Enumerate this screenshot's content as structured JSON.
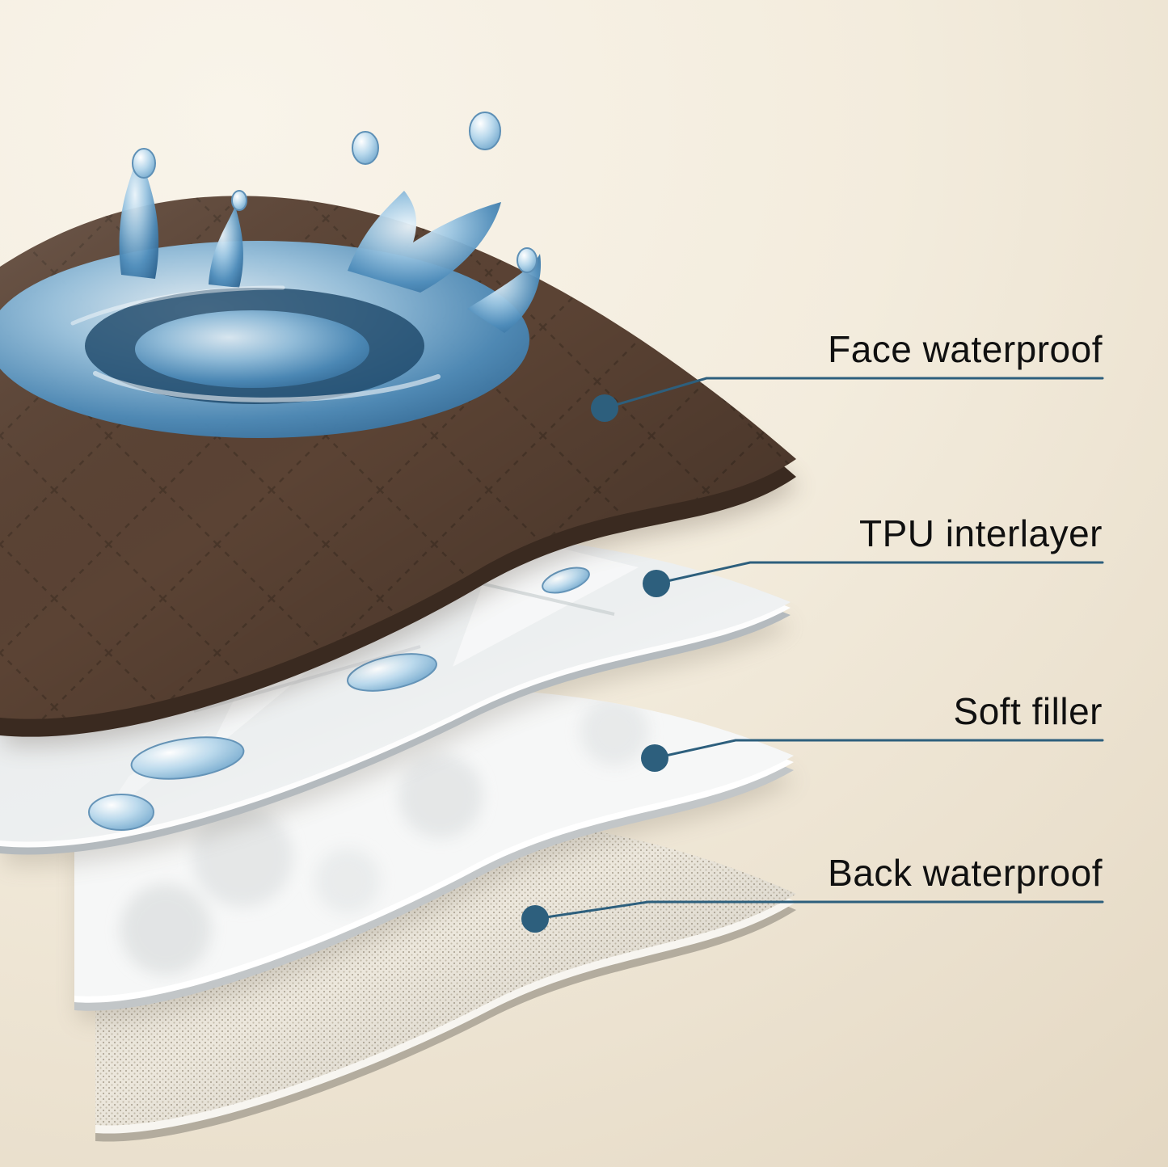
{
  "diagram": {
    "labels": [
      {
        "id": "face-waterproof",
        "text": "Face waterproof"
      },
      {
        "id": "tpu-interlayer",
        "text": "TPU interlayer"
      },
      {
        "id": "soft-filler",
        "text": "Soft filler"
      },
      {
        "id": "back-waterproof",
        "text": "Back waterproof"
      }
    ]
  },
  "colors": {
    "accent": "#2d5f7d",
    "face_layer": "#5b4334",
    "face_edge": "#3a2a20",
    "tpu_layer": "#e9eced",
    "filler_layer": "#f6f7f7",
    "back_layer": "#ece7dc",
    "water": "#4d8fbf",
    "background_light": "#f9f4ea",
    "background_dark": "#e2d5bf",
    "label_text": "#101010"
  }
}
